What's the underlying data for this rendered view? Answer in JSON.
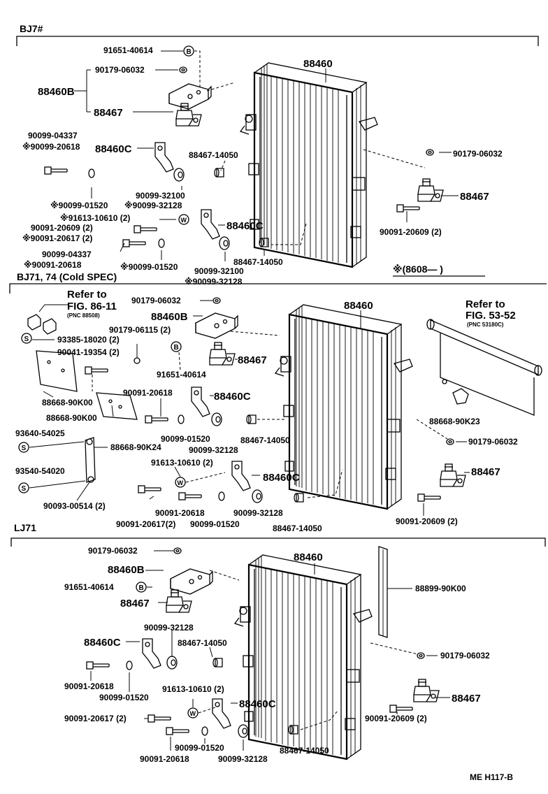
{
  "footer": {
    "code": "ME  H117-B"
  },
  "section1": {
    "title": "BJ7#",
    "note": "※(8608—       )",
    "labels": {
      "l1": "91651-40614",
      "l2": "90179-06032",
      "l3": "88460B",
      "l4": "88467",
      "l5": "88460",
      "l6": "90099-04337",
      "l7": "※90099-20618",
      "l8": "88460C",
      "l9": "88467-14050",
      "l10": "90179-06032",
      "l11": "88467",
      "l12": "90099-32100",
      "l13": "※90099-01520",
      "l14": "※90099-32128",
      "l15": "※91613-10610 (2)",
      "l16": "90091-20609 (2)",
      "l17": "※90091-20617 (2)",
      "l18": "88460C",
      "l19": "90091-20609 (2)",
      "l20": "90099-04337",
      "l21": "※90091-20618",
      "l22": "※90099-01520",
      "l23": "88467-14050",
      "l24": "90099-32100",
      "l25": "※90099-32128"
    }
  },
  "section2": {
    "title": "BJ71, 74 (Cold SPEC)",
    "labels": {
      "ref1a": "Refer to",
      "ref1b": "FIG. 86-11",
      "ref1c": "(PNC 88508)",
      "l1": "90179-06032",
      "l2": "88460B",
      "l3": "88460",
      "ref2a": "Refer to",
      "ref2b": "FIG. 53-52",
      "ref2c": "(PNC 53180C)",
      "l4": "90179-06115 (2)",
      "l5": "93385-18020 (2)",
      "l6": "90041-19354 (2)",
      "l7": "91651-40614",
      "l8": "88467",
      "l9": "88668-90K00",
      "l10": "90091-20618",
      "l11": "88460C",
      "l12": "88668-90K00",
      "l13": "88668-90K23",
      "l14": "93640-54025",
      "l15": "90099-01520",
      "l16": "90099-32128",
      "l17": "88467-14050",
      "l18": "90179-06032",
      "l19": "88668-90K24",
      "l20": "91613-10610 (2)",
      "l21": "88467",
      "l22": "93540-54020",
      "l23": "88460C",
      "l24": "90093-00514 (2)",
      "l25": "90091-20618",
      "l26": "90091-20617(2)",
      "l27": "90099-01520",
      "l28": "90099-32128",
      "l29": "88467-14050",
      "l30": "90091-20609 (2)"
    }
  },
  "section3": {
    "title": "LJ71",
    "labels": {
      "l1": "90179-06032",
      "l2": "88460",
      "l3": "88460B",
      "l4": "91651-40614",
      "l5": "88899-90K00",
      "l6": "88467",
      "l7": "90099-32128",
      "l8": "88460C",
      "l9": "88467-14050",
      "l10": "90179-06032",
      "l11": "90091-20618",
      "l12": "90099-01520",
      "l13": "88467",
      "l14": "91613-10610 (2)",
      "l15": "90091-20617 (2)",
      "l16": "88460C",
      "l17": "90091-20609 (2)",
      "l18": "90099-01520",
      "l19": "90091-20618",
      "l20": "90099-32128",
      "l21": "88467-14050"
    }
  }
}
